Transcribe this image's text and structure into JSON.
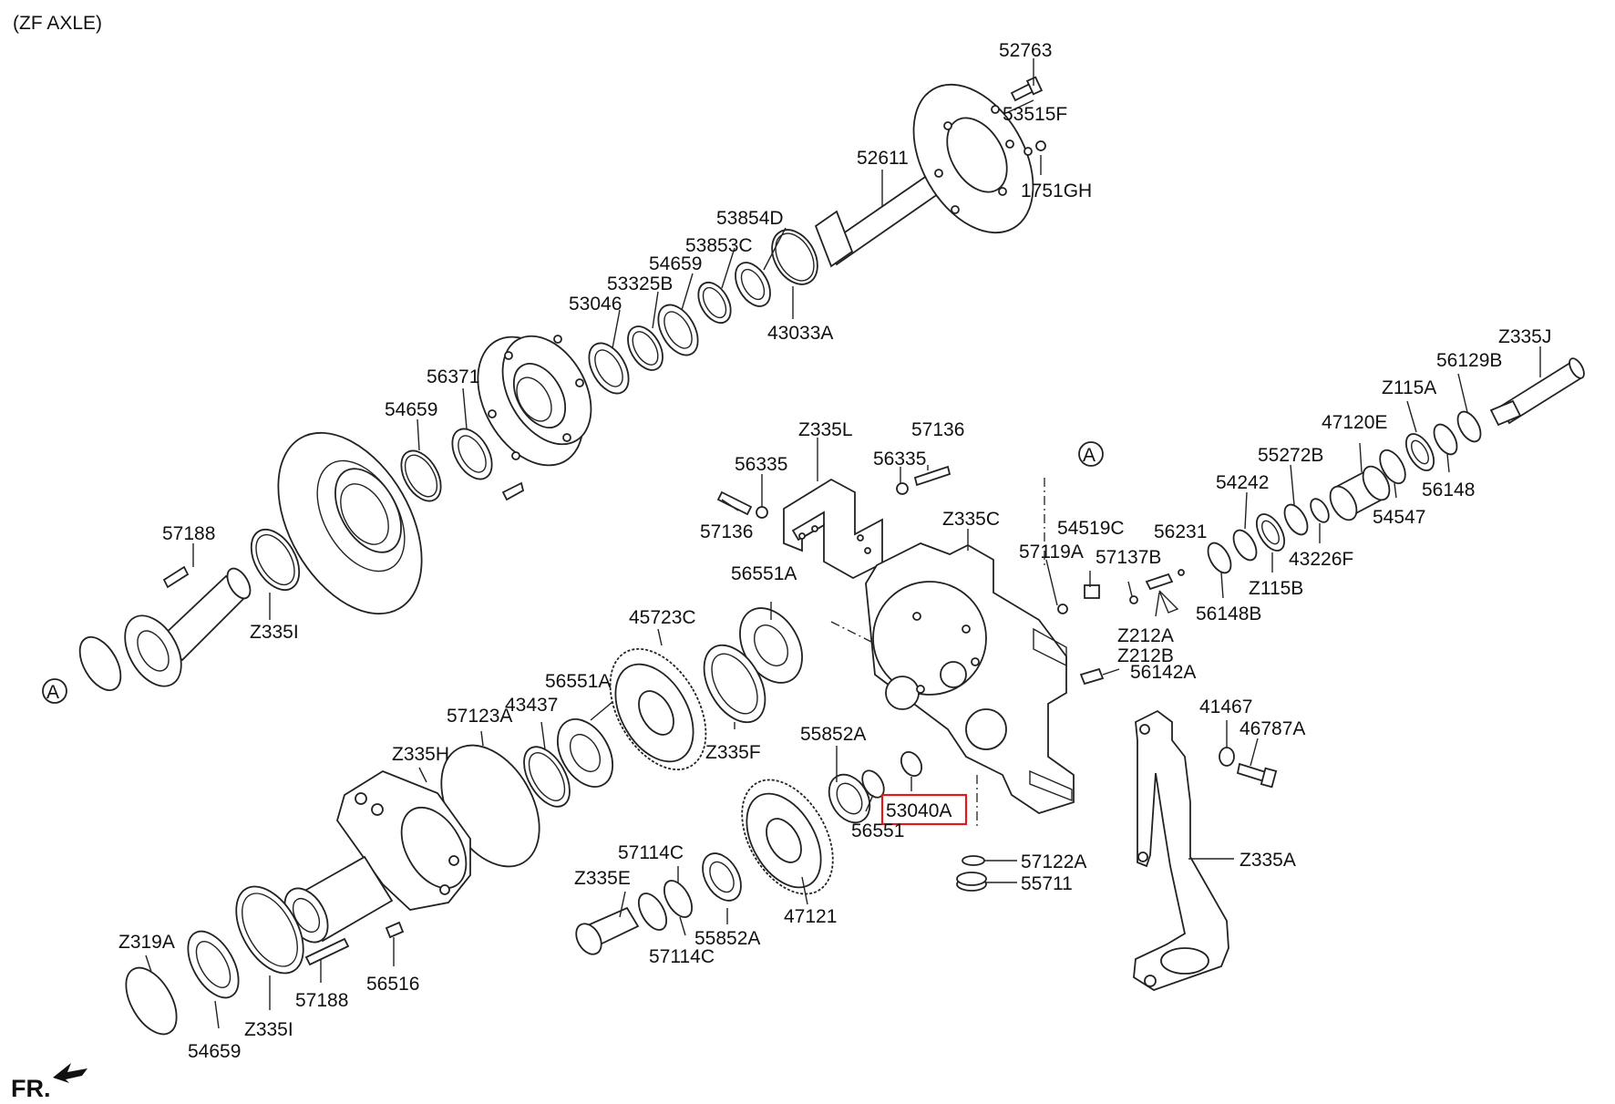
{
  "title": "(ZF AXLE)",
  "front_marker": "FR.",
  "highlight_color": "#e01a1a",
  "line_color": "#222222",
  "ref_marker": "A",
  "parts": {
    "p52763": "52763",
    "p53515F": "53515F",
    "p52611": "52611",
    "p1751GH": "1751GH",
    "p53854D": "53854D",
    "p53853C": "53853C",
    "p54659a": "54659",
    "p53325B": "53325B",
    "p53046": "53046",
    "p43033A": "43033A",
    "p56371": "56371",
    "p54659b": "54659",
    "p57188a": "57188",
    "p Z335Ia": "Z335I",
    "pZ335L": "Z335L",
    "p57136a": "57136",
    "p56335a": "56335",
    "p56335b": "56335",
    "p57136b": "57136",
    "pZ335C": "Z335C",
    "p57119A": "57119A",
    "p54519C": "54519C",
    "p57137B": "57137B",
    "p56231": "56231",
    "pZ212A": "Z212A",
    "pZ212B": "Z212B",
    "p56142A": "56142A",
    "p56551Aa": "56551A",
    "p45723C": "45723C",
    "p56551Ab": "56551A",
    "p43437": "43437",
    "p57123A": "57123A",
    "pZ335F": "Z335F",
    "pZ335H": "Z335H",
    "p55852Aa": "55852A",
    "p53040A": "53040A",
    "p56551": "56551",
    "p57114Ca": "57114C",
    "pZ335E": "Z335E",
    "p55852Ab": "55852A",
    "p47121": "47121",
    "p57114Cb": "57114C",
    "p57122A": "57122A",
    "p55711": "55711",
    "p41467": "41467",
    "p46787A": "46787A",
    "pZ335A": "Z335A",
    "pZ319A": "Z319A",
    "p54659c": "54659",
    "pZ335Ib": "Z335I",
    "p57188b": "57188",
    "p56516": "56516",
    "pZ335J": "Z335J",
    "p56129B": "56129B",
    "pZ115A": "Z115A",
    "p47120E": "47120E",
    "p55272B": "55272B",
    "p54242": "54242",
    "p56148": "56148",
    "p54547": "54547",
    "p43226F": "43226F",
    "pZ115B": "Z115B",
    "p56148B": "56148B"
  }
}
